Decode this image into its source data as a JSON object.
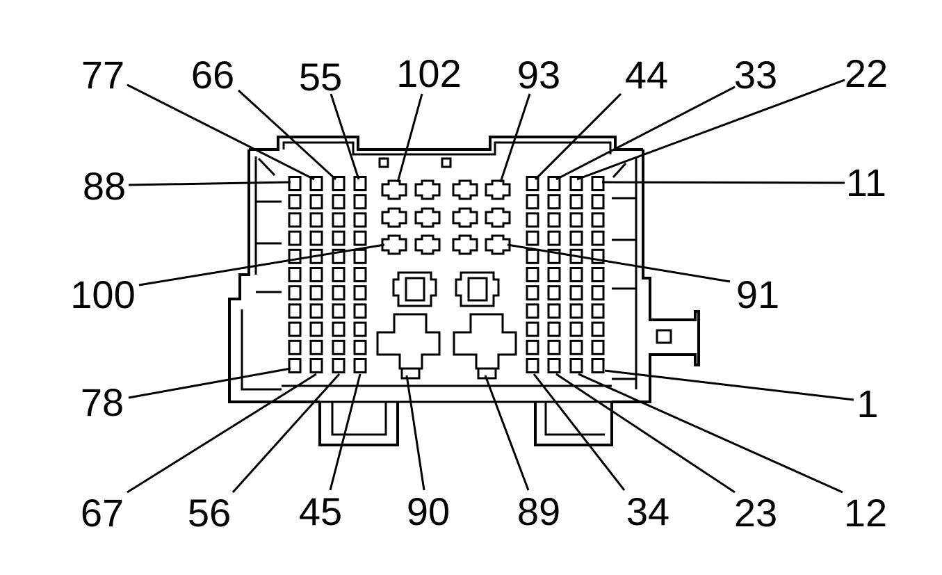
{
  "colors": {
    "ink": "#000000",
    "background": "#ffffff"
  },
  "labels": {
    "l77": "77",
    "l66": "66",
    "l55": "55",
    "l102": "102",
    "l93": "93",
    "l44": "44",
    "l33": "33",
    "l22": "22",
    "l88": "88",
    "l11": "11",
    "l100": "100",
    "l91": "91",
    "l78": "78",
    "l1": "1",
    "l67": "67",
    "l56": "56",
    "l45": "45",
    "l90": "90",
    "l89": "89",
    "l34": "34",
    "l23": "23",
    "l12": "12"
  }
}
